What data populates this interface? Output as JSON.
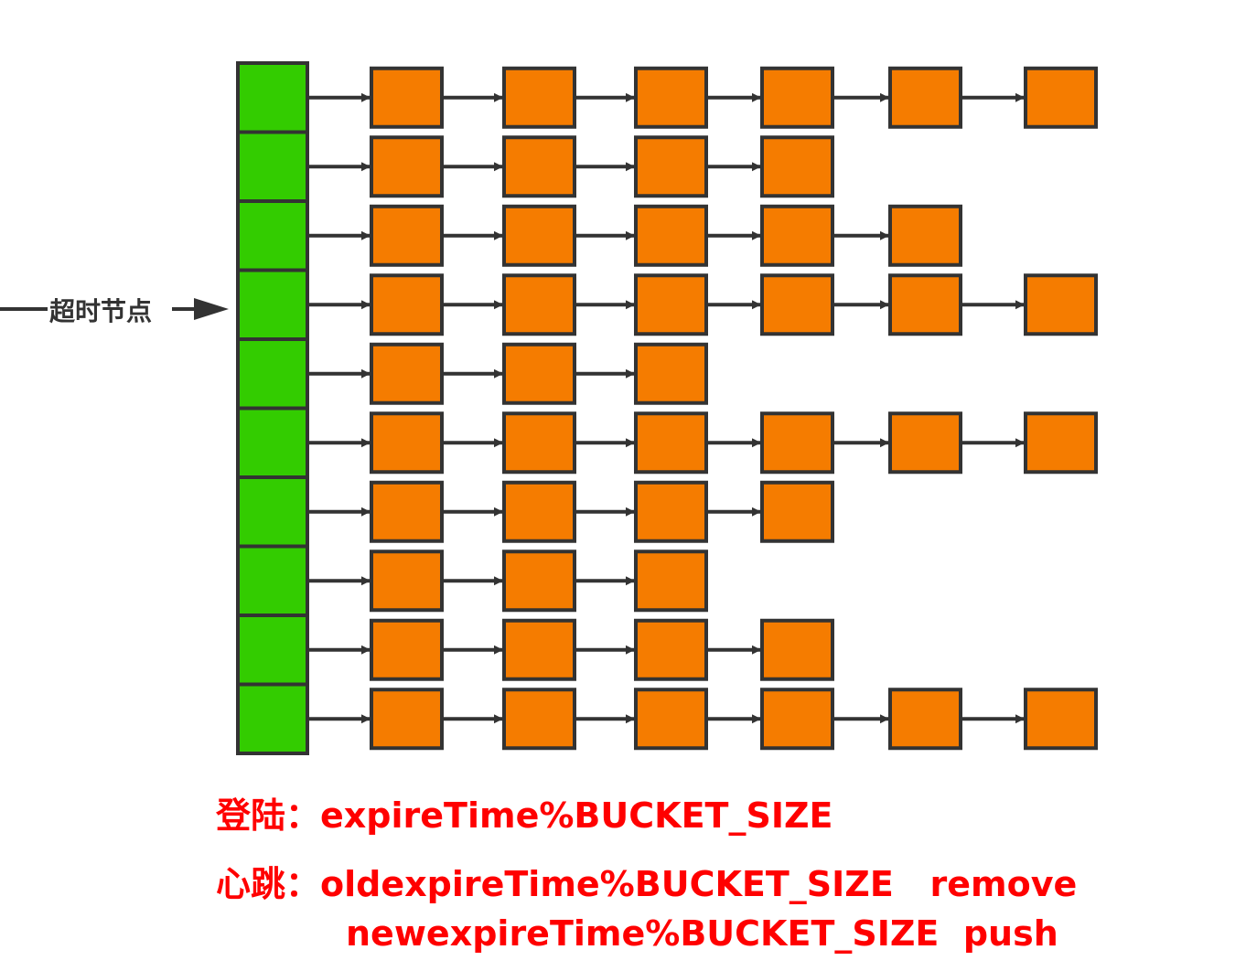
{
  "diagram": {
    "pointer_label": "超时节点",
    "bucket_count": 10,
    "chain_lengths": [
      6,
      4,
      5,
      6,
      3,
      6,
      4,
      3,
      4,
      6
    ],
    "colors": {
      "bucket": "#33cc00",
      "node": "#f57c00",
      "stroke": "#333333",
      "caption": "#ff0000"
    }
  },
  "captions": {
    "login_prefix": "登陆：",
    "login_expr": "expireTime%BUCKET_SIZE",
    "heartbeat_prefix": "心跳：",
    "heartbeat_line1": "oldexpireTime%BUCKET_SIZE   remove",
    "heartbeat_line2": "newexpireTime%BUCKET_SIZE  push"
  }
}
